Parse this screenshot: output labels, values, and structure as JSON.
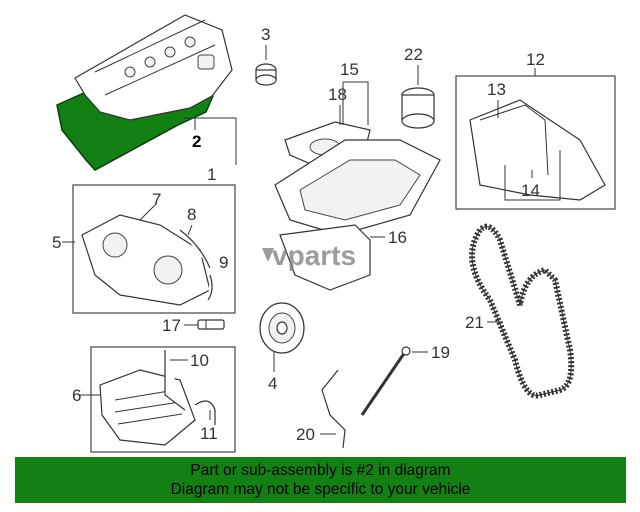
{
  "diagram": {
    "highlighted_part": "2",
    "callouts": [
      "1",
      "2",
      "3",
      "4",
      "5",
      "6",
      "7",
      "8",
      "9",
      "10",
      "11",
      "12",
      "13",
      "14",
      "15",
      "16",
      "17",
      "18",
      "19",
      "20",
      "21",
      "22"
    ],
    "watermark": "vparts",
    "highlight_color": "#128012"
  },
  "footer": {
    "line1": "Part or sub-assembly is #2 in diagram",
    "line2": "Diagram may not be specific to your vehicle"
  }
}
